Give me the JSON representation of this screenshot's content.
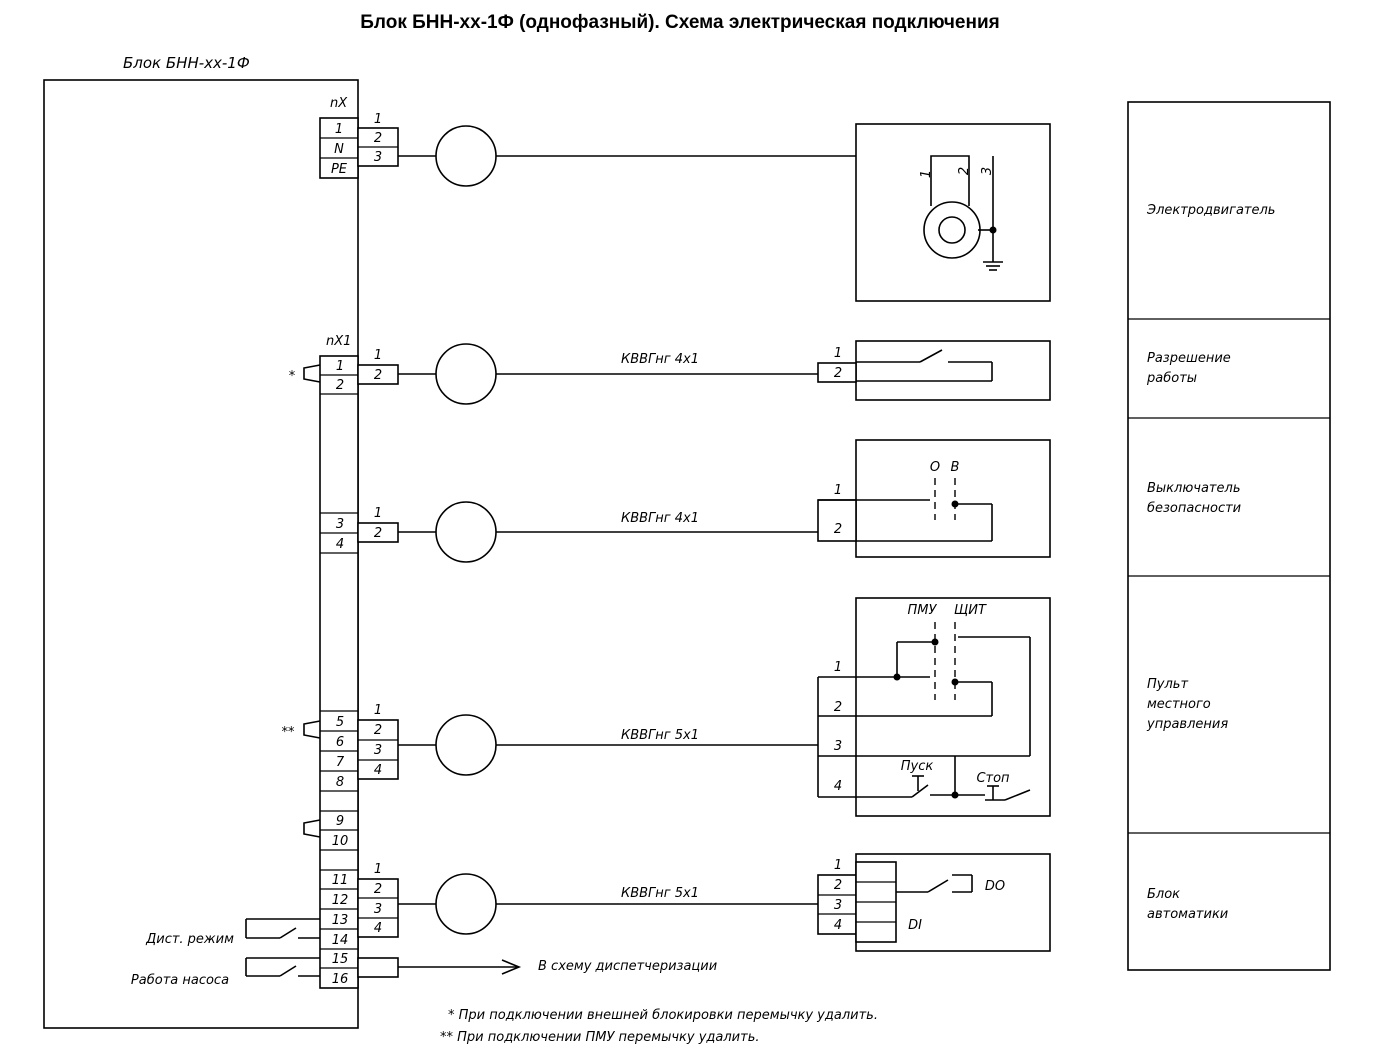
{
  "title": "Блок БНН-хх-1Ф (однофазный). Схема электрическая подключения",
  "block_label": "Блок БНН-хх-1Ф",
  "terminal_nx": {
    "label": "nX",
    "pins": [
      "1",
      "N",
      "PE"
    ],
    "cable_pins": [
      "1",
      "2",
      "3"
    ]
  },
  "terminal_nx1": {
    "label": "nX1",
    "pins": [
      "1",
      "2",
      "3",
      "4",
      "5",
      "6",
      "7",
      "8",
      "9",
      "10",
      "11",
      "12",
      "13",
      "14",
      "15",
      "16"
    ]
  },
  "jumper_marks": {
    "single": "*",
    "double": "**"
  },
  "motor": {
    "wire_labels": [
      "1",
      "2",
      "3"
    ]
  },
  "cables": [
    {
      "name": "КВВГнг 4х1",
      "pins": [
        "1",
        "2"
      ]
    },
    {
      "name": "КВВГнг 4х1",
      "pins": [
        "1",
        "2"
      ]
    },
    {
      "name": "КВВГнг 5х1",
      "pins": [
        "1",
        "2",
        "3",
        "4"
      ]
    },
    {
      "name": "КВВГнг 5х1",
      "pins": [
        "1",
        "2",
        "3",
        "4"
      ]
    }
  ],
  "device_pins": {
    "permit": [
      "1",
      "2"
    ],
    "safety": [
      "1",
      "2"
    ],
    "panel": [
      "1",
      "2",
      "3",
      "4"
    ],
    "automation": [
      "1",
      "2",
      "3",
      "4"
    ]
  },
  "safety_switch": {
    "off": "О",
    "on": "В"
  },
  "panel_switch": {
    "local": "ПМУ",
    "remote": "ЩИТ",
    "start": "Пуск",
    "stop": "Стоп"
  },
  "automation_io": {
    "do": "DO",
    "di": "DI"
  },
  "external": {
    "remote_mode": "Дист. режим",
    "pump_running": "Работа насоса"
  },
  "dispatch_arrow": "В схему диспетчеризации",
  "legend": [
    {
      "name": "Электродвигатель",
      "lines": [
        "Электродвигатель"
      ]
    },
    {
      "name": "Разрешение работы",
      "lines": [
        "Разрешение",
        "работы"
      ]
    },
    {
      "name": "Выключатель безопасности",
      "lines": [
        "Выключатель",
        "безопасности"
      ]
    },
    {
      "name": "Пульт местного управления",
      "lines": [
        "Пульт",
        "местного",
        "управления"
      ]
    },
    {
      "name": "Блок автоматики",
      "lines": [
        "Блок",
        "автоматики"
      ]
    }
  ],
  "notes": [
    "* При подключении внешней блокировки перемычку удалить.",
    "** При подключении ПМУ перемычку удалить."
  ]
}
